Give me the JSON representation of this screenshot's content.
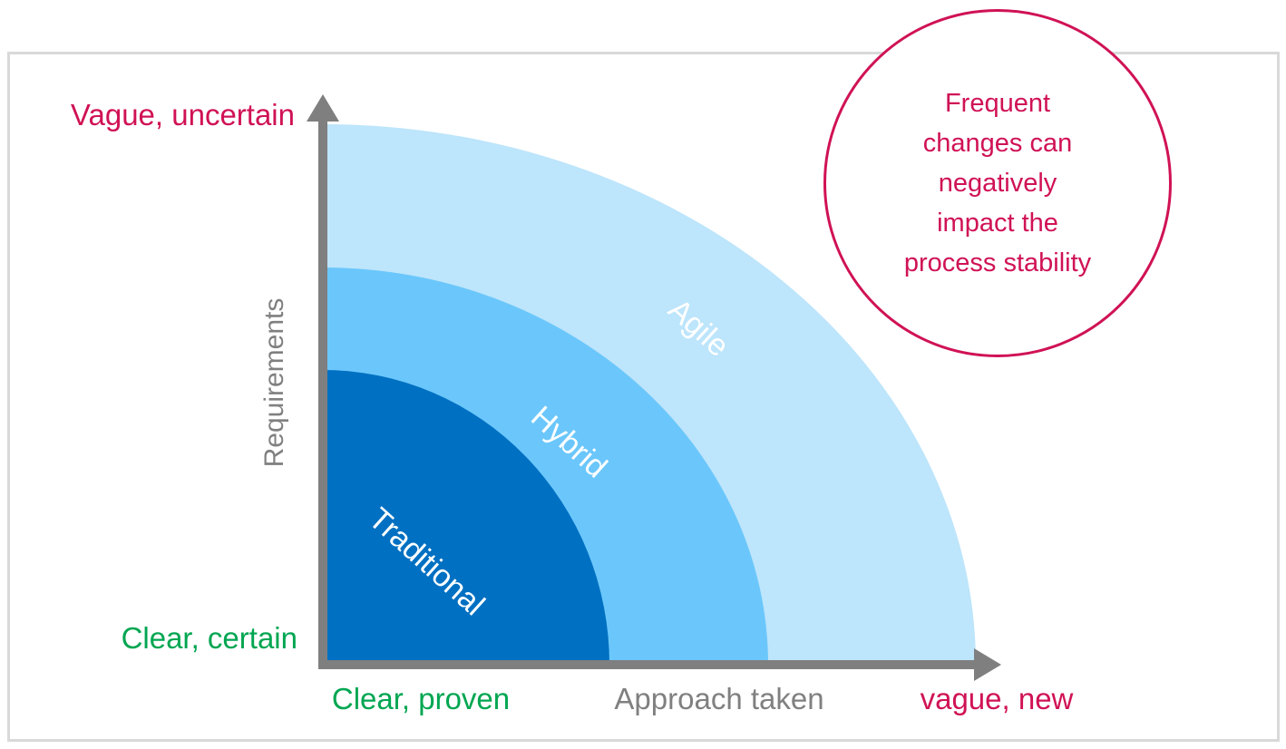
{
  "colors": {
    "crimson": "#D01255",
    "green": "#00A651",
    "text_gray": "#808080",
    "axis_gray": "#7F7F7F",
    "panel_border": "#D9D9D9",
    "traditional_blue": "#0070C2",
    "hybrid_blue": "#6BC7FB",
    "agile_blue": "#BDE5FB"
  },
  "chart": {
    "type": "quarter-radial-diagram",
    "y_axis": {
      "label": "Requirements",
      "top_label": "Vague, uncertain",
      "bottom_label": "Clear, certain"
    },
    "x_axis": {
      "label": "Approach taken",
      "left_label": "Clear, proven",
      "right_label": "vague, new"
    },
    "rings": [
      {
        "label": "Traditional",
        "color": "#0070C2"
      },
      {
        "label": "Hybrid",
        "color": "#6BC7FB"
      },
      {
        "label": "Agile",
        "color": "#BDE5FB"
      }
    ]
  },
  "callout": {
    "text": "Frequent\nchanges can\nnegatively\nimpact the\nprocess stability"
  }
}
